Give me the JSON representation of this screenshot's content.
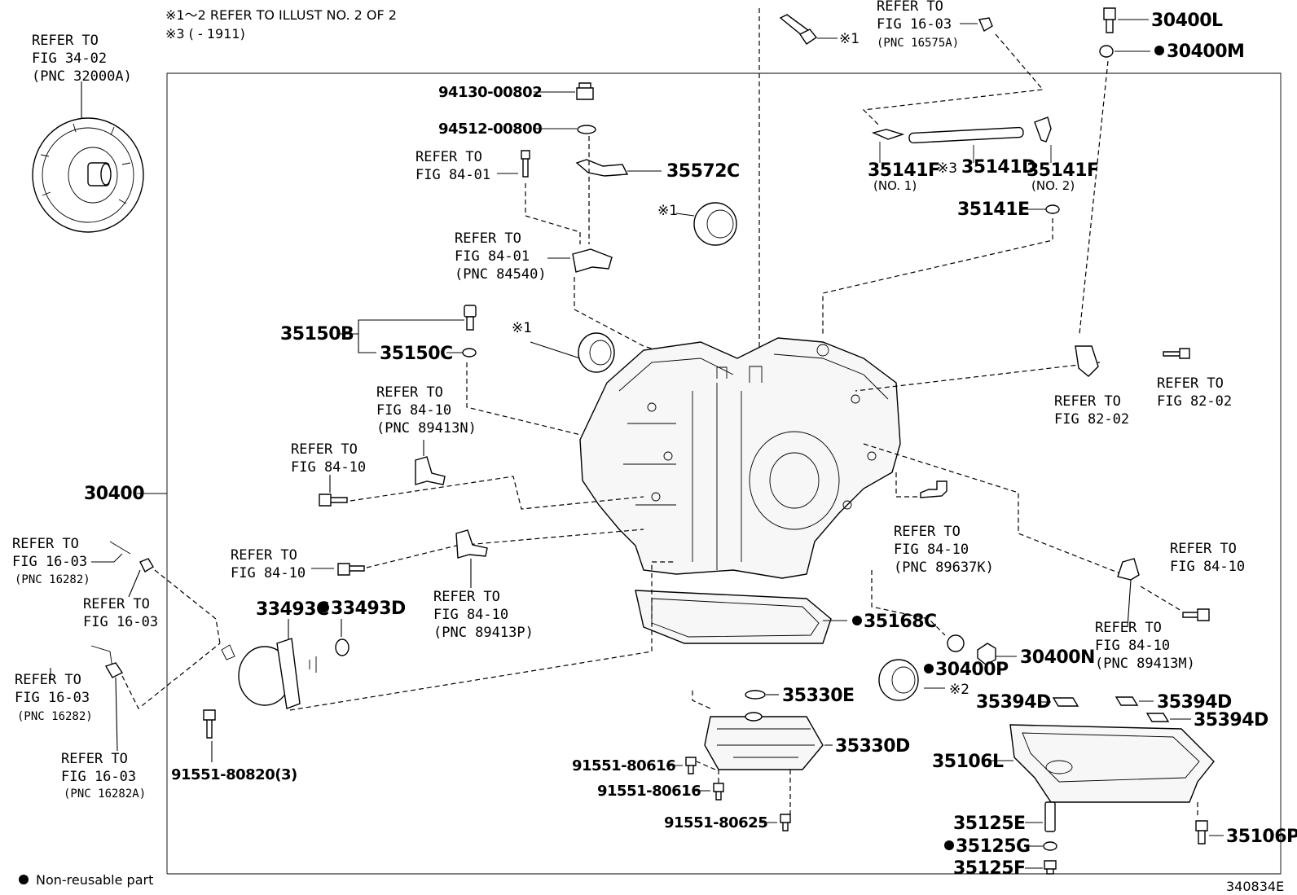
{
  "notes": {
    "line1": "※1～2 REFER TO ILLUST NO. 2 OF 2",
    "line2": "※3 (         - 1911)",
    "legend": "Non-reusable part",
    "figure_id": "340834E"
  },
  "labels": {
    "ref_torque_l1": "REFER TO",
    "ref_torque_l2": "FIG 34-02",
    "ref_torque_l3": "(PNC 32000A)",
    "p94130": "94130-00802",
    "p94512": "94512-00800",
    "ref8401a_l1": "REFER TO",
    "ref8401a_l2": "FIG 84-01",
    "p35572c": "35572C",
    "x1_seal_top": "※1",
    "ref8401b_l1": "REFER TO",
    "ref8401b_l2": "FIG 84-01",
    "ref8401b_l3": "(PNC 84540)",
    "x1_bolt": "※1",
    "ref1603_top_l1": "REFER TO",
    "ref1603_top_l2": "FIG 16-03",
    "ref1603_top_l3": "(PNC 16575A)",
    "p30400l": "30400L",
    "p30400m": "30400M",
    "p35141f_1": "35141F",
    "p35141f_1_sub": "(NO. 1)",
    "x3_mark": "※3",
    "p35141d": "35141D",
    "p35141f_2": "35141F",
    "p35141f_2_sub": "(NO. 2)",
    "p35141e": "35141E",
    "p35150b": "35150B",
    "p35150c": "35150C",
    "x1_seal_mid": "※1",
    "ref8410_n_l1": "REFER TO",
    "ref8410_n_l2": "FIG 84-10",
    "ref8410_n_l3": "(PNC 89413N)",
    "ref8202_a_l1": "REFER TO",
    "ref8202_a_l2": "FIG 82-02",
    "ref8202_b_l1": "REFER TO",
    "ref8202_b_l2": "FIG 82-02",
    "ref8410_a_l1": "REFER TO",
    "ref8410_a_l2": "FIG 84-10",
    "p30400": "30400",
    "ref1603_a_l1": "REFER TO",
    "ref1603_a_l2": "FIG 16-03",
    "ref1603_a_l3": "(PNC 16282)",
    "ref1603_b_l1": "REFER TO",
    "ref1603_b_l2": "FIG 16-03",
    "ref8410_b_l1": "REFER TO",
    "ref8410_b_l2": "FIG 84-10",
    "ref8410_k_l1": "REFER TO",
    "ref8410_k_l2": "FIG 84-10",
    "ref8410_k_l3": "(PNC 89637K)",
    "ref8410_c_l1": "REFER TO",
    "ref8410_c_l2": "FIG 84-10",
    "p33493c": "33493C",
    "p33493d": "33493D",
    "ref8410_p_l1": "REFER TO",
    "ref8410_p_l2": "FIG 84-10",
    "ref8410_p_l3": "(PNC 89413P)",
    "p35168c": "35168C",
    "ref8410_m_l1": "REFER TO",
    "ref8410_m_l2": "FIG 84-10",
    "ref8410_m_l3": "(PNC 89413M)",
    "ref1603_c_l1": "REFER TO",
    "ref1603_c_l2": "FIG 16-03",
    "ref1603_c_l3": "(PNC 16282)",
    "p30400p": "30400P",
    "p30400n": "30400N",
    "x2_mark": "※2",
    "p35330e": "35330E",
    "p35394d_a": "35394D",
    "p35394d_b": "35394D",
    "p35394d_c": "35394D",
    "ref1603_d_l1": "REFER TO",
    "ref1603_d_l2": "FIG 16-03",
    "ref1603_d_l3": "(PNC 16282A)",
    "p91551_80820": "91551-80820(3)",
    "p91551_80616a": "91551-80616",
    "p35330d": "35330D",
    "p35106l": "35106L",
    "p91551_80616b": "91551-80616",
    "p91551_80625": "91551-80625",
    "p35125e": "35125E",
    "p35106p": "35106P",
    "p35125g": "35125G",
    "p35125f": "35125F"
  }
}
